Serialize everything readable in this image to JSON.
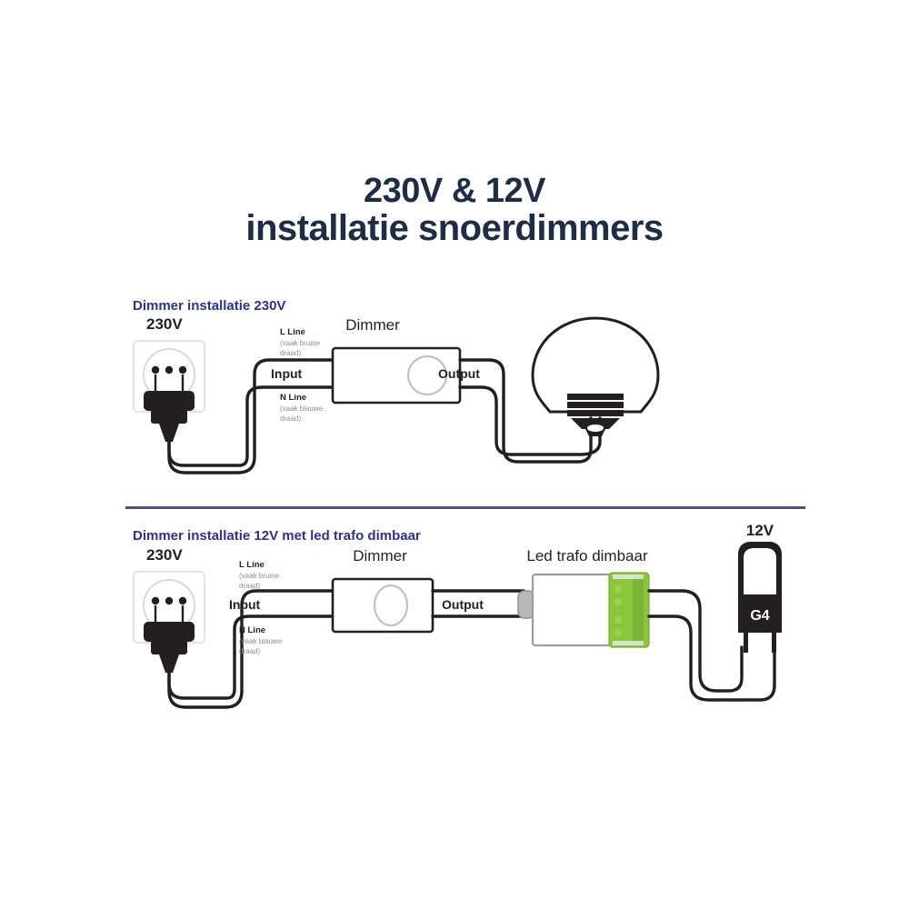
{
  "title": {
    "line1": "230V & 12V",
    "line2": "installatie snoerdimmers",
    "color": "#1d2d45"
  },
  "accent_color": "#2e3192",
  "divider_color": "#4a4f8c",
  "sections": [
    {
      "id": "section-230v",
      "heading": "Dimmer installatie 230V",
      "labels": {
        "source": "230V",
        "l_line": "L Line",
        "l_line_sub": "(vaak bruine draad)",
        "n_line": "N Line",
        "n_line_sub": "(vaak blauwe draad)",
        "input": "Input",
        "dimmer": "Dimmer",
        "output": "Output"
      },
      "components": [
        "wall-socket-230v",
        "plug",
        "dimmer",
        "light-bulb"
      ]
    },
    {
      "id": "section-12v",
      "heading": "Dimmer installatie 12V met led trafo dimbaar",
      "labels": {
        "source": "230V",
        "l_line": "L Line",
        "l_line_sub": "(vaak bruine draad)",
        "n_line": "N Line",
        "n_line_sub": "(vaak blauwe draad)",
        "input": "Input",
        "dimmer": "Dimmer",
        "output": "Output",
        "transformer": "Led trafo dimbaar",
        "lamp_voltage": "12V",
        "lamp_base": "G4"
      },
      "components": [
        "wall-socket-230v",
        "plug",
        "dimmer",
        "led-transformer",
        "g4-lamp"
      ]
    }
  ],
  "line_sub_parts": {
    "brown_1": "(vaak bruine",
    "brown_2": "draad)",
    "blue_1": "(vaak blauwe",
    "blue_2": "draad)"
  }
}
